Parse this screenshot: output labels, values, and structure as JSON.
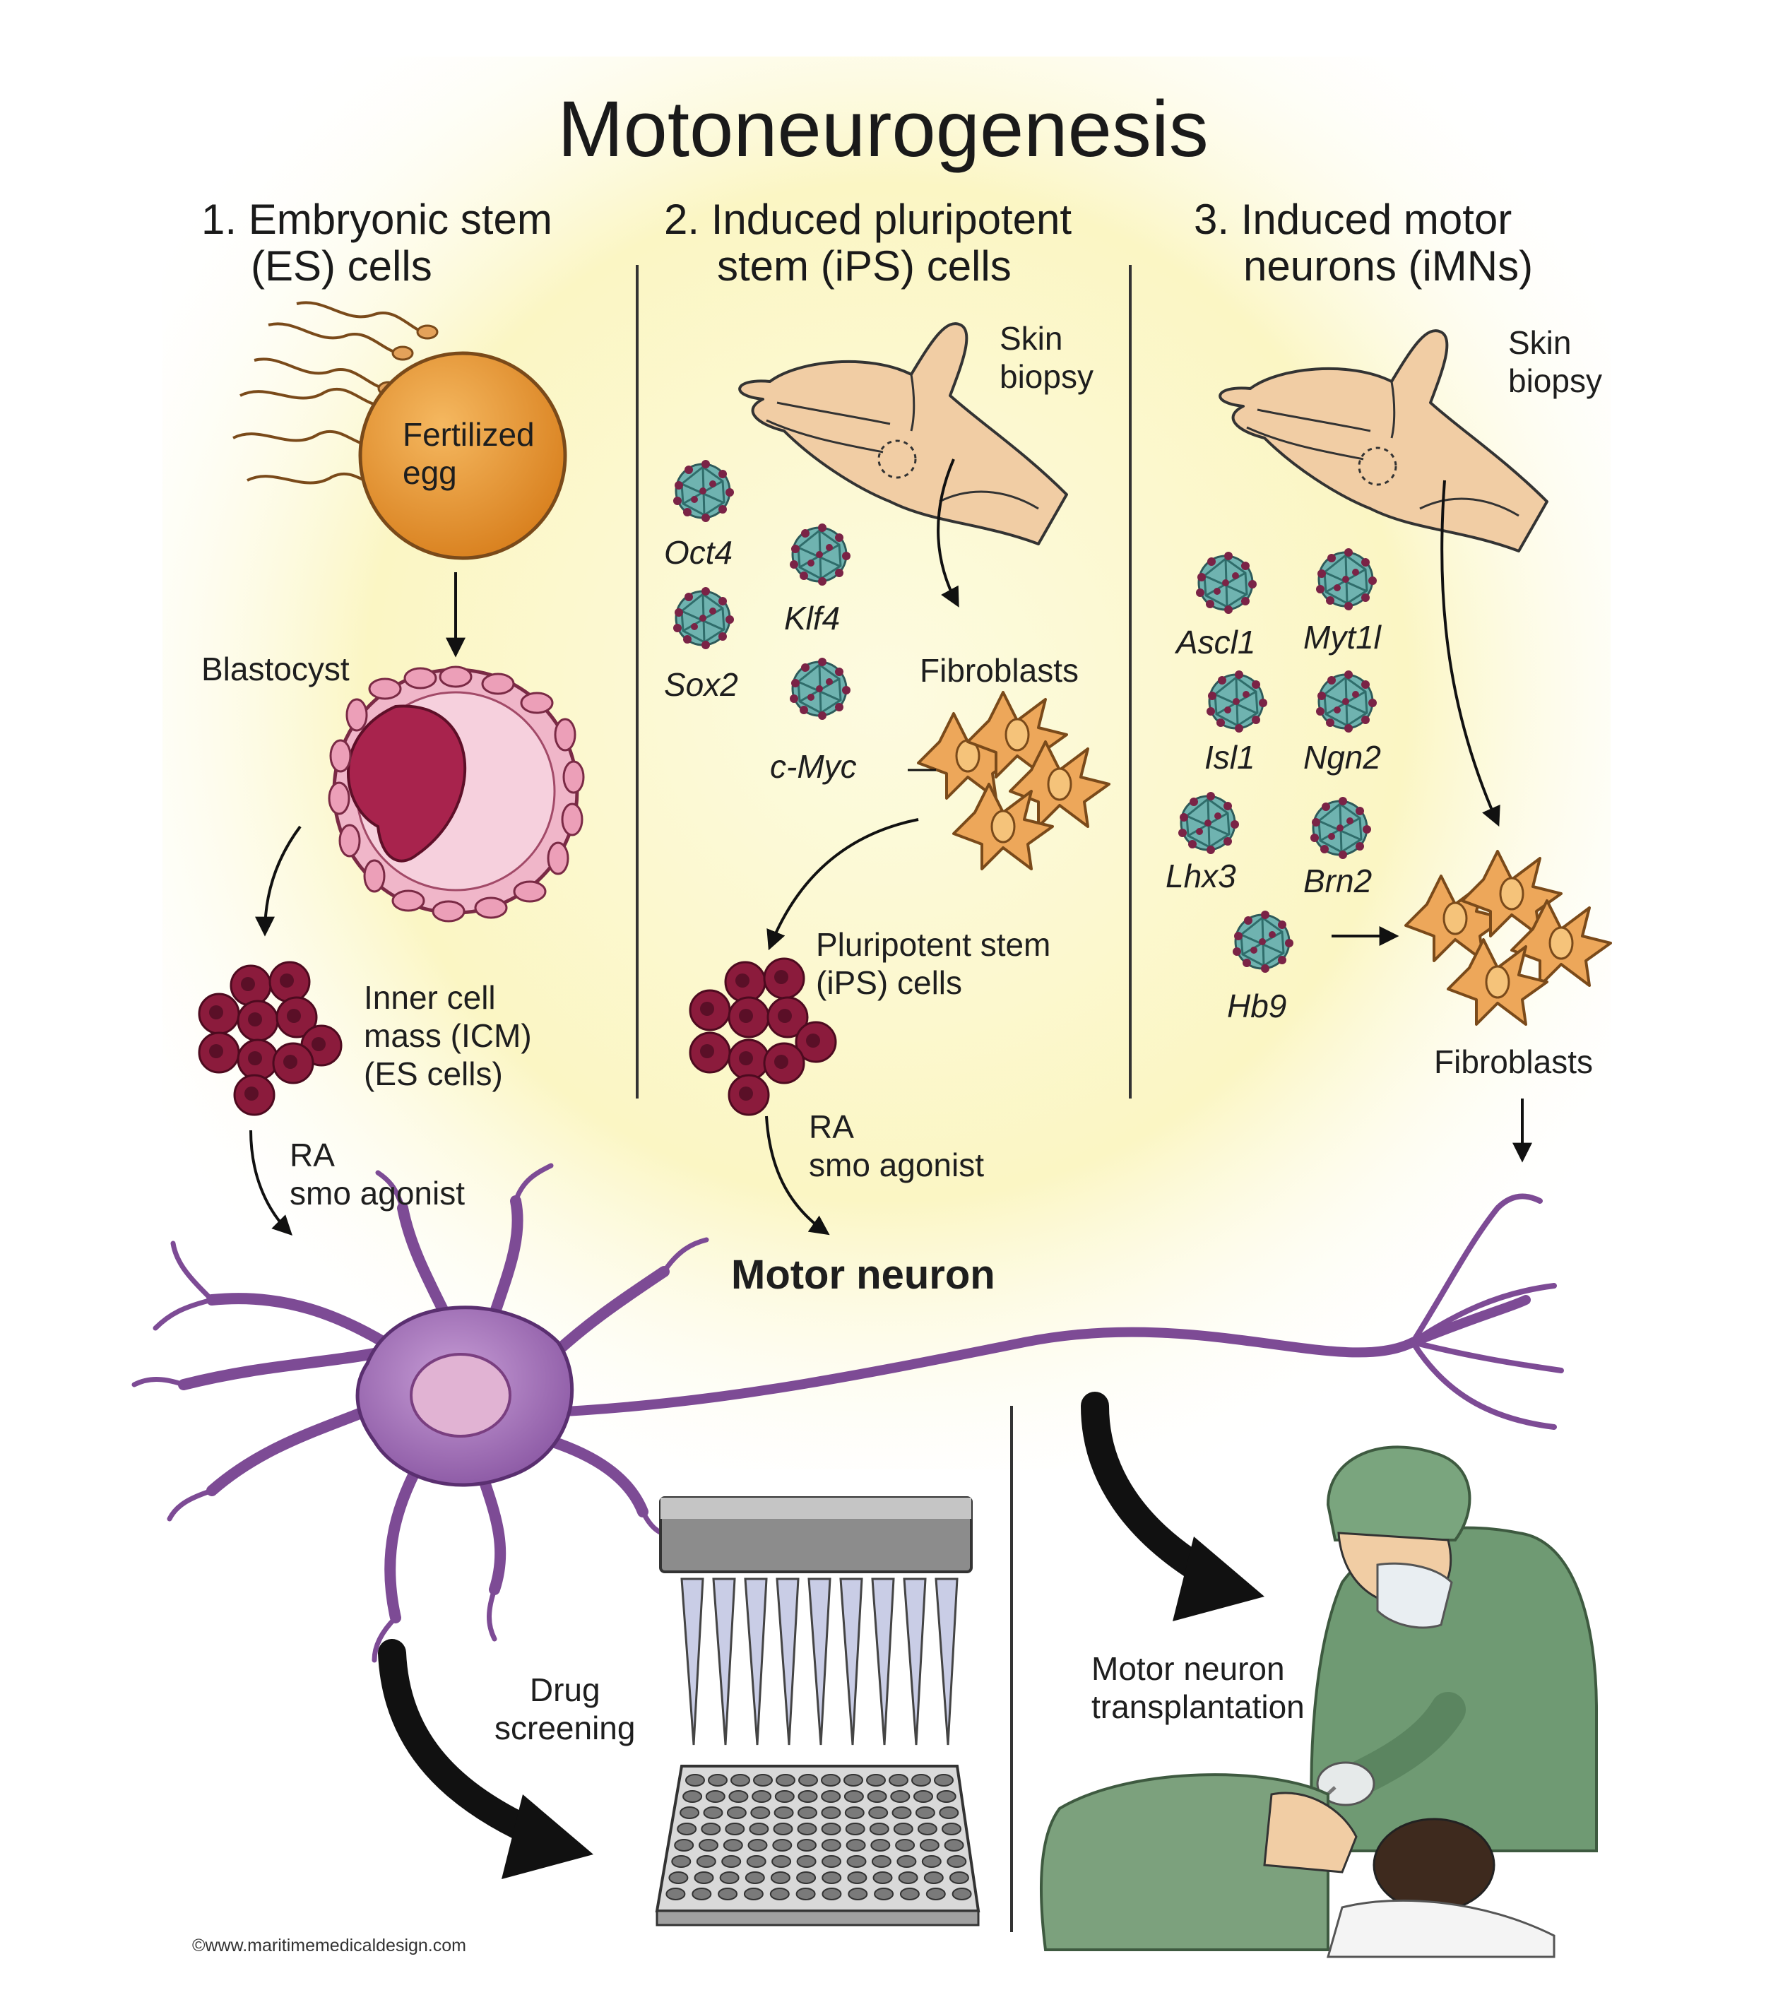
{
  "title": "Motoneurogenesis",
  "columns": [
    {
      "line1": "1. Embryonic stem",
      "line2": "(ES) cells"
    },
    {
      "line1": "2. Induced pluripotent",
      "line2": "stem (iPS) cells"
    },
    {
      "line1": "3. Induced motor",
      "line2": "neurons (iMNs)"
    }
  ],
  "es": {
    "egg_line1": "Fertilized",
    "egg_line2": "egg",
    "blastocyst": "Blastocyst",
    "icm_line1": "Inner cell",
    "icm_line2": "mass (ICM)",
    "icm_line3": "(ES cells)",
    "ra": "RA",
    "smo": "smo agonist"
  },
  "ips": {
    "skin1": "Skin",
    "skin2": "biopsy",
    "genes": [
      "Oct4",
      "Klf4",
      "Sox2",
      "c-Myc"
    ],
    "fibroblasts": "Fibroblasts",
    "psc_line1": "Pluripotent stem",
    "psc_line2": "(iPS) cells",
    "ra": "RA",
    "smo": "smo agonist"
  },
  "imn": {
    "skin1": "Skin",
    "skin2": "biopsy",
    "genes": [
      "Ascl1",
      "Myt1l",
      "Isl1",
      "Ngn2",
      "Lhx3",
      "Brn2",
      "Hb9"
    ],
    "fibroblasts": "Fibroblasts"
  },
  "motor_neuron": "Motor neuron",
  "drug_line1": "Drug",
  "drug_line2": "screening",
  "transplant_line1": "Motor neuron",
  "transplant_line2": "transplantation",
  "copyright": "©www.maritimemedicaldesign.com",
  "colors": {
    "background_glow": "#fbf6c4",
    "egg": "#e4922c",
    "blastocyst": "#e8a3bb",
    "icm": "#8d1a3b",
    "factor": "#74b7b4",
    "fibroblast": "#eda75a",
    "neuron": "#9e6bb5",
    "surgeon_gown": "#6f9a73",
    "arrow": "#111111"
  }
}
